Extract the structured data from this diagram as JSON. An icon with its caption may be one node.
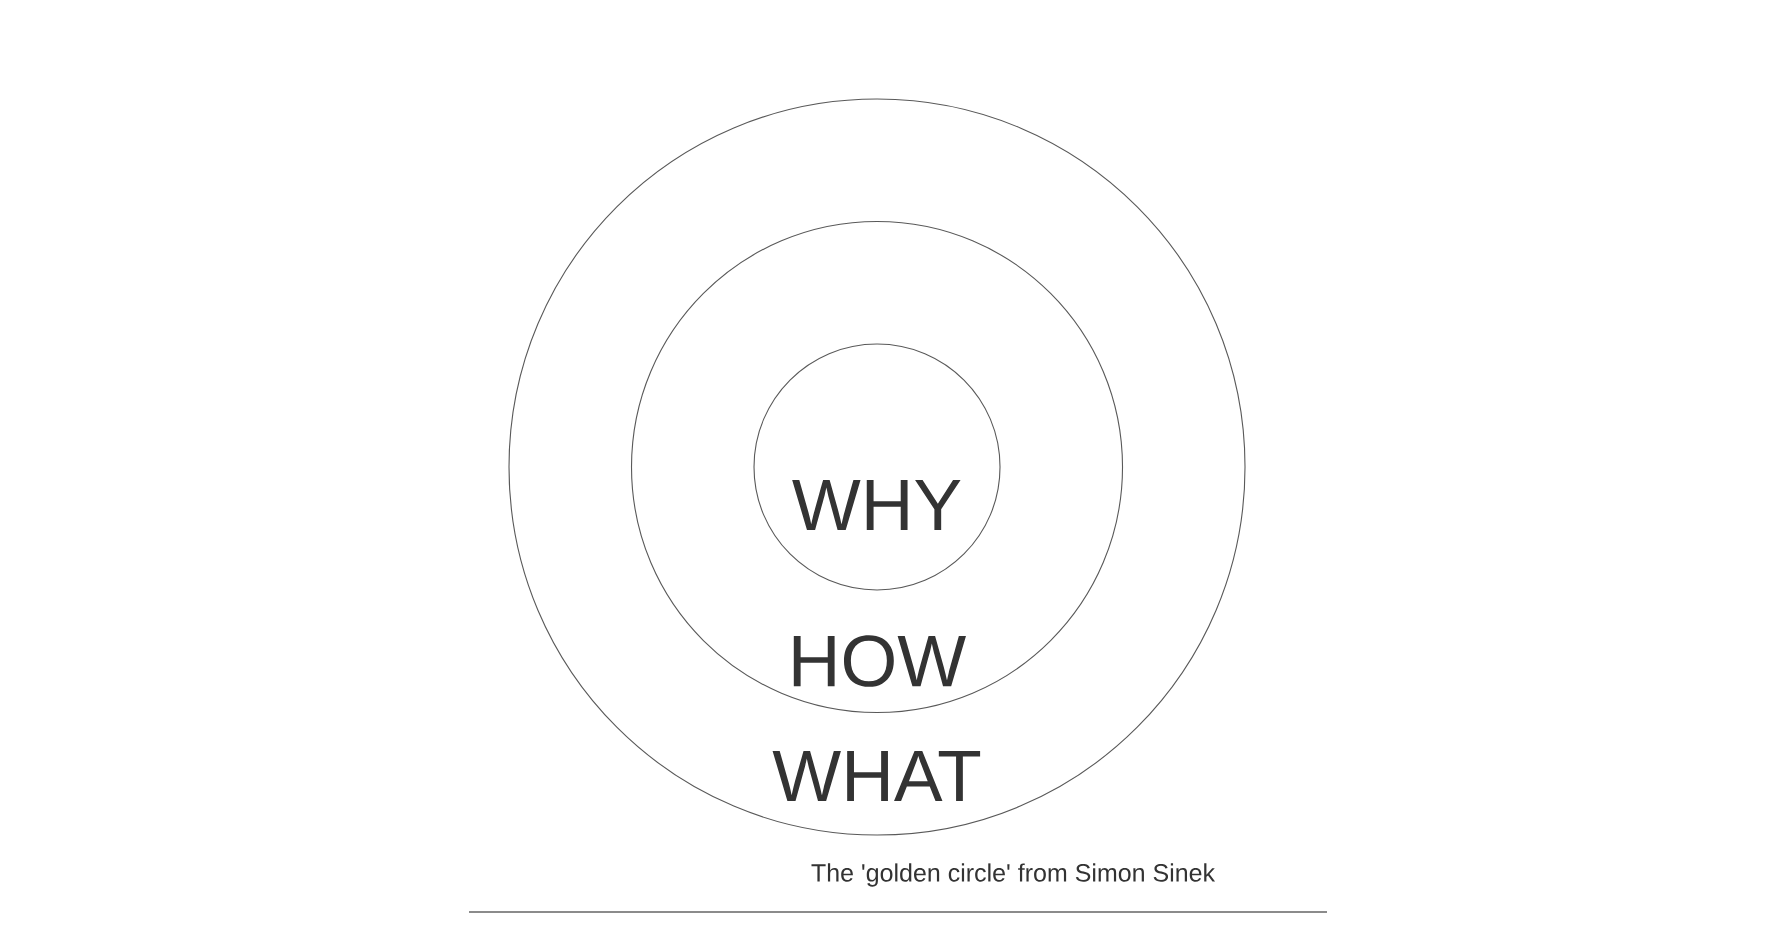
{
  "diagram": {
    "caption": "The 'golden circle' from Simon Sinek",
    "nodes": [
      {
        "text": [
          "WHAT"
        ]
      },
      {
        "text": [
          "HOW"
        ],
        "in": 0
      },
      {
        "text": [
          "WHY"
        ],
        "in": 1
      }
    ]
  }
}
